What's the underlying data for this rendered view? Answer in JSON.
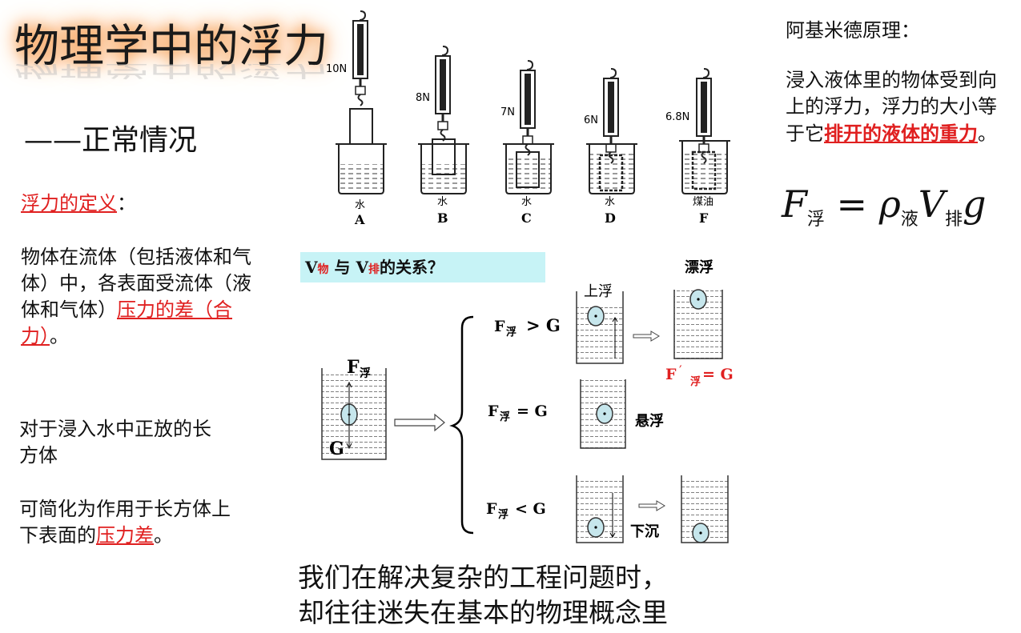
{
  "title": "物理学中的浮力",
  "subtitle": "——正常情况",
  "definition": {
    "heading": "浮力的定义",
    "heading_suffix": "：",
    "body_prefix": "物体在流体（包括液体和气体）中，各表面受流体（液体和气体）",
    "body_highlight": "压力的差（合力）",
    "body_suffix": "。"
  },
  "rectangle_note": {
    "line1": "对于浸入水中正放的长方体",
    "line2_prefix": "可简化为作用于长方体上下表面的",
    "line2_highlight": "压力差",
    "line2_suffix": "。"
  },
  "archimedes": {
    "title": "阿基米德原理：",
    "body_prefix": "浸入液体里的物体受到向上的浮力，浮力的大小等于它",
    "body_highlight": "排开的液体的重力",
    "body_suffix": "。",
    "formula_F": "F",
    "formula_F_sub": "浮",
    "formula_eq": " = ",
    "formula_rho": "ρ",
    "formula_rho_sub": "液",
    "formula_V": "V",
    "formula_V_sub": "排",
    "formula_g": "g"
  },
  "experiment": {
    "beakers": [
      {
        "letter": "A",
        "liquid": "水",
        "reading": "10N"
      },
      {
        "letter": "B",
        "liquid": "水",
        "reading": "8N"
      },
      {
        "letter": "C",
        "liquid": "水",
        "reading": "7N"
      },
      {
        "letter": "D",
        "liquid": "水",
        "reading": "6N"
      },
      {
        "letter": "F",
        "liquid": "煤油",
        "reading": "6.8N"
      }
    ]
  },
  "relation": {
    "question_v1": "V",
    "question_v1_sub": "物",
    "question_mid": " 与 V",
    "question_v2_sub": "排",
    "question_end": "的关系？"
  },
  "forces": {
    "F": "F",
    "F_sub": "浮",
    "G": "G",
    "case_greater": "> G",
    "case_equal": "= G",
    "case_less": "< G",
    "rise": "上浮",
    "float": "漂浮",
    "suspend": "悬浮",
    "sink": "下沉",
    "float_eq_F": "F",
    "float_eq_prime": "′",
    "float_eq_tail": "= G"
  },
  "bottom": {
    "line1": "我们在解决复杂的工程问题时，",
    "line2": "却往往迷失在基本的物理概念里"
  },
  "colors": {
    "accent_red": "#e02020",
    "title_glow": "#f7a35c",
    "question_bg": "#c7f3f6",
    "ball_fill": "#c6e6ec"
  }
}
